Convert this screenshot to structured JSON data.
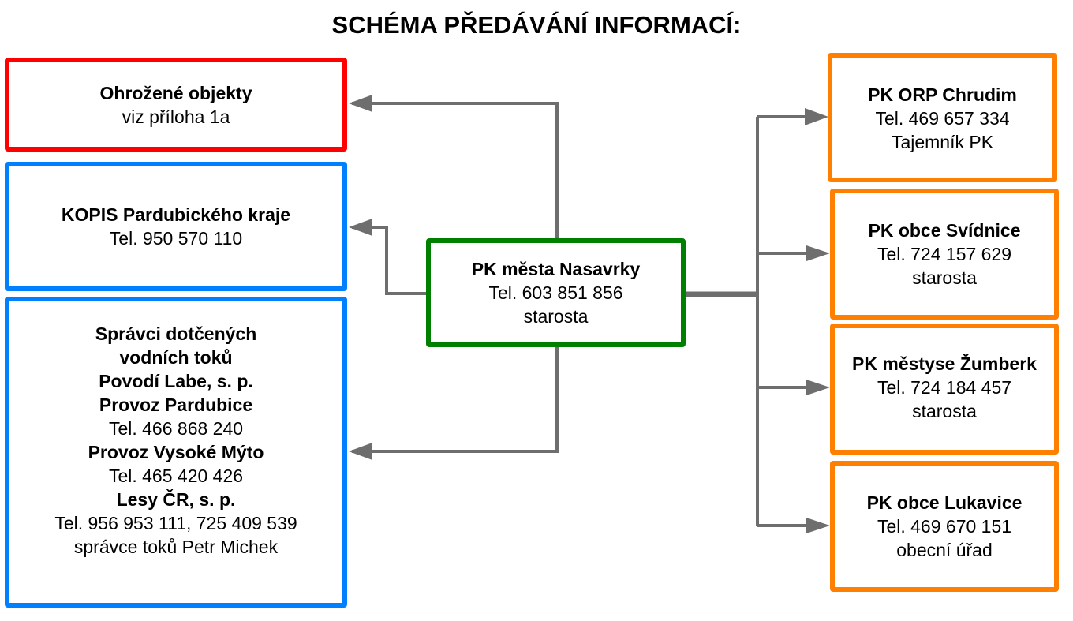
{
  "title": "SCHÉMA PŘEDÁVÁNÍ INFORMACÍ:",
  "colors": {
    "threatened": "#ff0000",
    "agency": "#0080ff",
    "center": "#008000",
    "municipality": "#ff8000",
    "connector": "#6e6e6e"
  },
  "center": {
    "name": "PK města Nasavrky",
    "tel": "Tel. 603 851 856",
    "role": "starosta"
  },
  "left": {
    "threatened": {
      "name": "Ohrožené objekty",
      "note": "viz příloha 1a"
    },
    "kopis": {
      "name": "KOPIS Pardubického kraje",
      "tel": "Tel. 950 570 110"
    },
    "water": {
      "lines": [
        {
          "text": "Správci dotčených",
          "bold": true
        },
        {
          "text": "vodních toků",
          "bold": true
        },
        {
          "text": "Povodí Labe, s. p.",
          "bold": true
        },
        {
          "text": "Provoz Pardubice",
          "bold": true
        },
        {
          "text": "Tel. 466 868 240",
          "bold": false
        },
        {
          "text": "Provoz Vysoké Mýto",
          "bold": true
        },
        {
          "text": "Tel. 465 420 426",
          "bold": false
        },
        {
          "text": "Lesy ČR, s. p.",
          "bold": true
        },
        {
          "text": "Tel. 956 953 111, 725 409 539",
          "bold": false
        },
        {
          "text": "správce toků Petr Michek",
          "bold": false
        }
      ]
    }
  },
  "right": [
    {
      "name": "PK ORP Chrudim",
      "tel": "Tel.  469 657 334",
      "role": "Tajemník PK"
    },
    {
      "name": "PK obce Svídnice",
      "tel": "Tel. 724 157 629",
      "role": "starosta"
    },
    {
      "name": "PK městyse Žumberk",
      "tel": "Tel.  724 184 457",
      "role": "starosta"
    },
    {
      "name": "PK obce Lukavice",
      "tel": "Tel.  469 670 151",
      "role": "obecní úřad"
    }
  ]
}
